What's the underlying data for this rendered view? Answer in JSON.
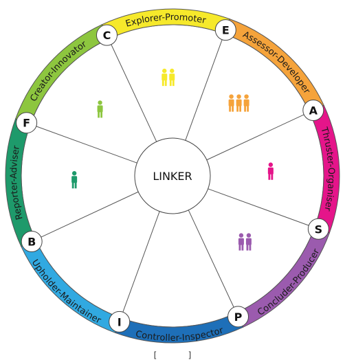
{
  "center": {
    "label": "LINKER",
    "color": "#FFFFFF"
  },
  "segments": [
    {
      "id": "explorer-promoter",
      "label": "Explorer-Promoter",
      "color": "#F6E92B",
      "people": 2
    },
    {
      "id": "assessor-developer",
      "label": "Assessor-Developer",
      "color": "#F5A33B",
      "people": 3
    },
    {
      "id": "thruster-organiser",
      "label": "Thruster-Organiser",
      "color": "#E5158A",
      "people": 1
    },
    {
      "id": "concluder-producer",
      "label": "Concluder-Producer",
      "color": "#9B5BAE",
      "people": 2
    },
    {
      "id": "controller-inspector",
      "label": "Controller-Inspector",
      "color": "#1E6FB8",
      "people": 0
    },
    {
      "id": "upholder-maintainer",
      "label": "Upholder-Maintainer",
      "color": "#31A9E1",
      "people": 0
    },
    {
      "id": "reporter-adviser",
      "label": "Reporter-Adviser",
      "color": "#1E9A6B",
      "people": 1
    },
    {
      "id": "creator-innovator",
      "label": "Creator-Innovator",
      "color": "#8DC63F",
      "people": 1
    }
  ],
  "nodes": [
    "E",
    "A",
    "S",
    "P",
    "I",
    "B",
    "F",
    "C"
  ],
  "footer": {
    "marks": [
      "[",
      "]"
    ]
  }
}
